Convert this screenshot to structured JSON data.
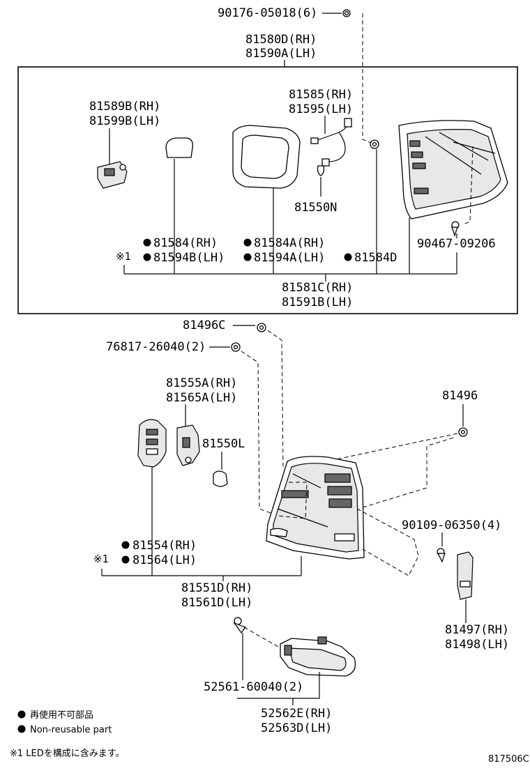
{
  "labels": {
    "bolt_90176": "90176-05018(6)",
    "assy_rh": "81580D(RH)",
    "assy_lh": "81590A(LH)",
    "socket_rh": "81589B(RH)",
    "socket_lh": "81599B(LH)",
    "wire_rh": "81585(RH)",
    "wire_lh": "81595(LH)",
    "bulb_81550n": "81550N",
    "lens_81584_rh": "81584(RH)",
    "lens_81594b_lh": "81594B(LH)",
    "lens_81584a_rh": "81584A(RH)",
    "lens_81594a_lh": "81594A(LH)",
    "part_81584d": "81584D",
    "screw_90467": "90467-09206",
    "unit_rh": "81581C(RH)",
    "unit_lh": "81591B(LH)",
    "nut_81496c": "81496C",
    "nut_76817": "76817-26040(2)",
    "socket2_rh": "81555A(RH)",
    "socket2_lh": "81565A(LH)",
    "bulb_81550l": "81550L",
    "nut_81496": "81496",
    "screw_90109": "90109-06350(4)",
    "lens2_rh": "81554(RH)",
    "lens2_lh": "81564(LH)",
    "lamp_rh": "81551D(RH)",
    "lamp_lh": "81561D(LH)",
    "cover_rh": "81497(RH)",
    "cover_lh": "81498(LH)",
    "screw_52561": "52561-60040(2)",
    "bracket_rh": "52562E(RH)",
    "bracket_lh": "52563D(LH)",
    "mark_1": "※1"
  },
  "legend": {
    "nonreusable_jp": "再使用不可部品",
    "nonreusable_en": "Non-reusable part",
    "footnote": "※1 LEDを構成に含みます。"
  },
  "drawing_code": "817506C"
}
